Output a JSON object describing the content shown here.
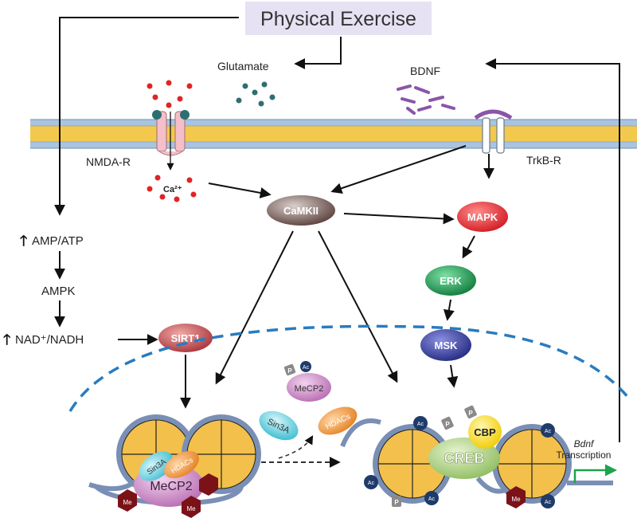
{
  "title": "Physical Exercise",
  "labels": {
    "glutamate": "Glutamate",
    "bdnf": "BDNF",
    "nmda_r": "NMDA-R",
    "trkb_r": "TrkB-R",
    "ca2": "Ca²⁺",
    "amp_atp": "AMP/ATP",
    "ampk": "AMPK",
    "nad_nadh": "NAD⁺/NADH",
    "up_arrow": "🡑",
    "bdnf_gene": "Bdnf",
    "transcription": "Transcription"
  },
  "nodes": {
    "camkii": "CaMKII",
    "mapk": "MAPK",
    "erk": "ERK",
    "msk": "MSK",
    "sirt1": "SIRT1",
    "creb": "CREB",
    "cbp": "CBP"
  },
  "complex": {
    "mecp2": "MeCP2",
    "sin3a": "Sin3A",
    "hdacs": "HDACs"
  },
  "marks": {
    "me": "Me",
    "ac": "Ac",
    "p": "P"
  },
  "colors": {
    "title_bg": "#e6e2f3",
    "membrane_yellow": "#f2c94c",
    "membrane_blue": "#a9c4e0",
    "camkii": "#7a6562",
    "mapk": "#e8333a",
    "erk": "#1f9a4e",
    "msk": "#3b3f9a",
    "sirt1": "#c4514f",
    "nucleus_dash": "#2a7bbf",
    "nucleosome": "#f2c04b",
    "creb": "#b9d98a",
    "cbp": "#ffe21a",
    "mecp2": "#c98ac4",
    "sin3a": "#69d0e0",
    "hdacs": "#f39a3c",
    "glutamate": "#2d6f70",
    "bdnf": "#8a56a8",
    "ca_dot": "#e02424",
    "transcription_arrow": "#1ea34d"
  }
}
